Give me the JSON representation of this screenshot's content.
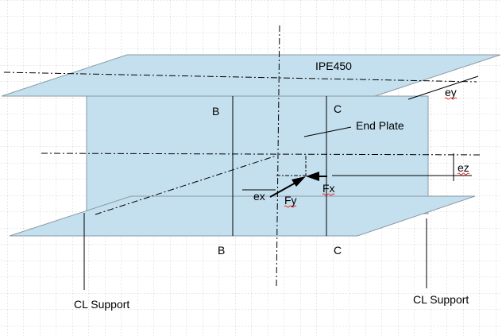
{
  "colors": {
    "grid": "#c8c8c8",
    "plate_fill": "#c4dfee",
    "plate_stroke": "#8a9aa6",
    "line": "#000000",
    "spellcheck": "#ff0000"
  },
  "labels": {
    "section": "IPE450",
    "end_plate": "End Plate",
    "b_top": "B",
    "b_bottom": "B",
    "c_top": "C",
    "c_bottom": "C",
    "ey": "ey",
    "ez": "ez",
    "ex": "ex",
    "fy": "Fy",
    "fx": "Fx",
    "cl_support_left": "CL Support",
    "cl_support_right": "CL Support"
  }
}
